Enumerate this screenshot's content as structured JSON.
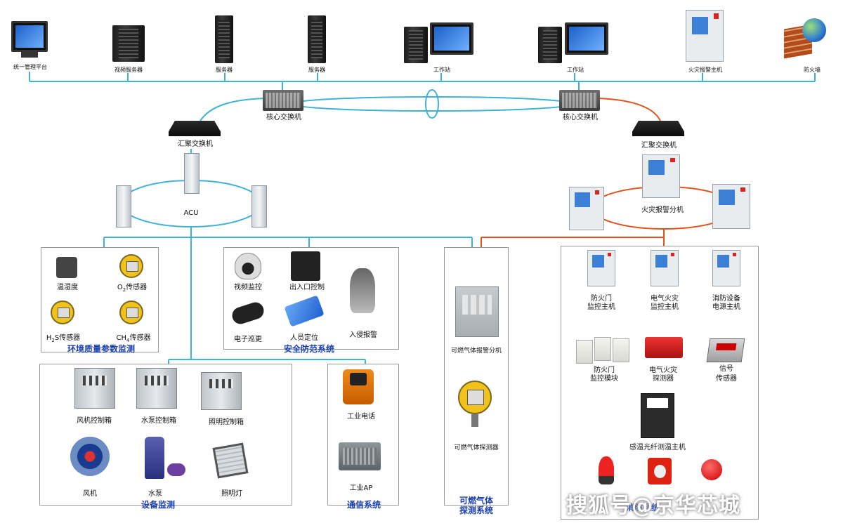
{
  "top_row": {
    "platform": "统一管理平台",
    "video_server": "视频服务器",
    "server1": "服务器",
    "server2": "服务器",
    "workstation1": "工作站",
    "workstation2": "工作站",
    "fire_alarm_host": "火灾报警主机",
    "firewall": "防火墙"
  },
  "core": {
    "left": "核心交换机",
    "right": "核心交换机"
  },
  "aggregation": {
    "left": "汇聚交换机",
    "right": "汇聚交换机"
  },
  "acu": "ACU",
  "fire_sub": "火灾报警分机",
  "env": {
    "temp_humidity": "温湿度",
    "o2_prefix": "O",
    "o2_sub": "2",
    "o2_suffix": "传感器",
    "h2s_prefix": "H",
    "h2s_sub": "2",
    "h2s_suffix": "S传感器",
    "ch4_prefix": "CH",
    "ch4_sub": "4",
    "ch4_suffix": "传感器",
    "title": "环境质量参数监测"
  },
  "security": {
    "video": "视频监控",
    "access": "出入口控制",
    "patrol": "电子巡更",
    "locating": "人员定位",
    "intrusion": "入侵报警",
    "title": "安全防范系统"
  },
  "equipment": {
    "fan_ctrl": "风机控制箱",
    "pump_ctrl": "水泵控制箱",
    "light_ctrl": "照明控制箱",
    "fan": "风机",
    "pump": "水泵",
    "lamp": "照明灯",
    "title": "设备监测"
  },
  "comm": {
    "phone": "工业电话",
    "ap": "工业AP",
    "title": "通信系统"
  },
  "gas": {
    "alarm_unit": "可燃气体报警分机",
    "detector": "可燃气体探测器",
    "title_line1": "可燃气体",
    "title_line2": "探测系统"
  },
  "fire": {
    "door_host_l1": "防火门",
    "door_host_l2": "监控主机",
    "elec_host_l1": "电气火灾",
    "elec_host_l2": "监控主机",
    "power_host_l1": "消防设备",
    "power_host_l2": "电源主机",
    "door_module_l1": "防火门",
    "door_module_l2": "监控模块",
    "elec_detector_l1": "电气火灾",
    "elec_detector_l2": "探测器",
    "signal_l1": "信号",
    "signal_l2": "传感器",
    "fiber_host": "感温光纤测温主机",
    "title": "消防系统"
  },
  "watermark": "搜狐号@京华芯城",
  "colors": {
    "cyan_line": "#3fb3d6",
    "orange_line": "#e0541c",
    "title_blue": "#1a3fb0"
  }
}
